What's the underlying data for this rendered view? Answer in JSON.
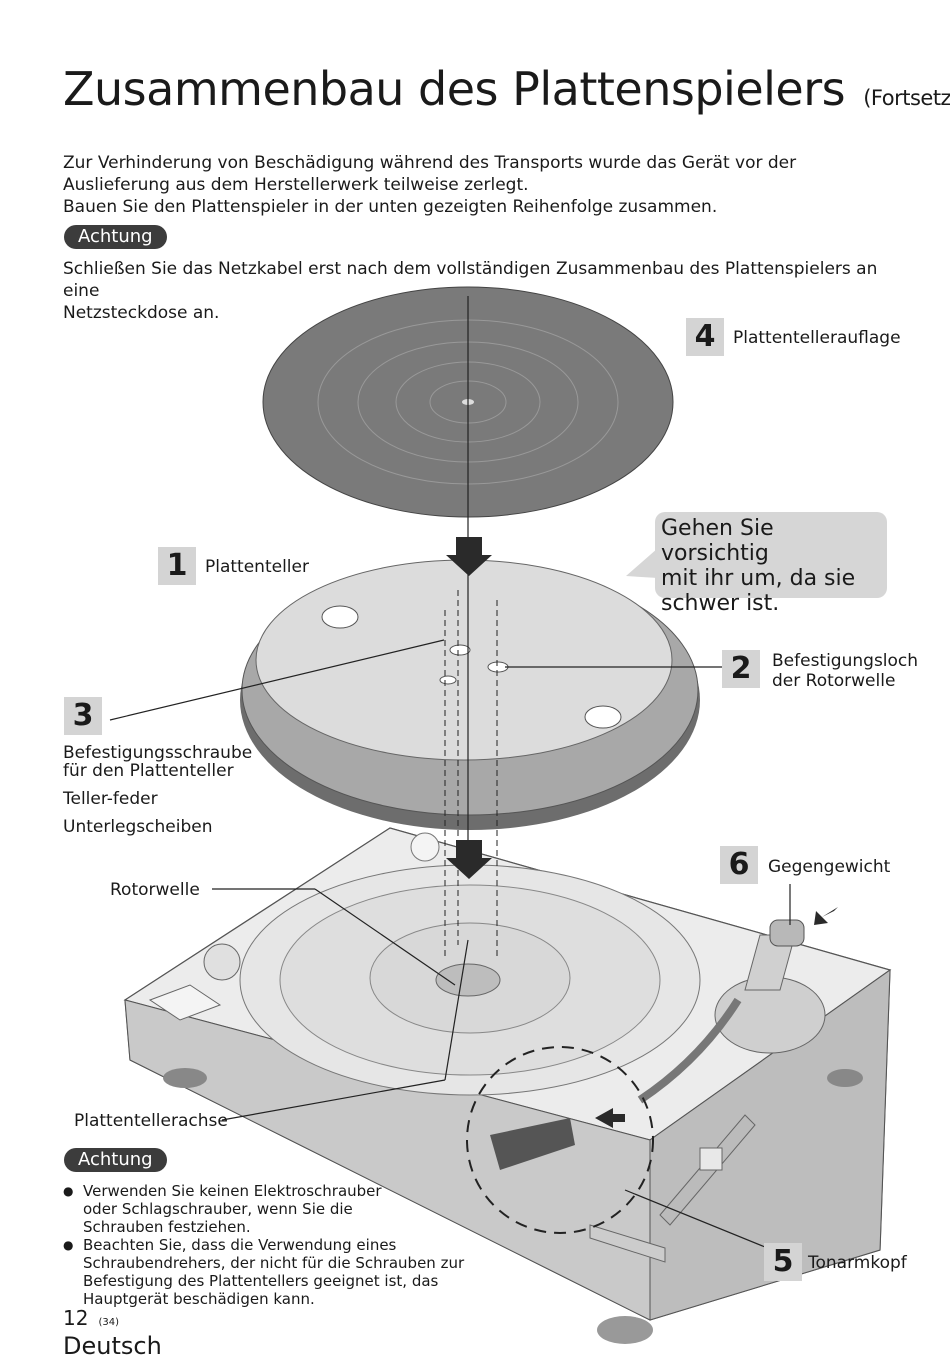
{
  "page": {
    "title": "Zusammenbau des Plattenspielers",
    "title_suffix": "(Fortsetzung)",
    "intro": [
      "Zur Verhinderung von Beschädigung während des Transports wurde das Gerät vor der",
      "Auslieferung aus dem Herstellerwerk teilweise zerlegt.",
      "Bauen Sie den Plattenspieler in der unten gezeigten Reihenfolge zusammen."
    ],
    "caution_badge": "Achtung",
    "caution_text": [
      "Schließen Sie das Netzkabel erst nach dem vollständigen Zusammenbau des Plattenspielers an eine",
      "Netzsteckdose an."
    ]
  },
  "callouts": {
    "c4": {
      "num": "4",
      "label": "Plattentellerauflage"
    },
    "c1": {
      "num": "1",
      "label": "Plattenteller"
    },
    "c2": {
      "num": "2",
      "label": [
        "Befestigungsloch",
        "der Rotorwelle"
      ]
    },
    "c3": {
      "num": "3",
      "label": [
        "Befestigungsschraube",
        "für den Plattenteller"
      ],
      "extra": [
        "Teller-feder",
        "Unterlegscheiben"
      ]
    },
    "c6": {
      "num": "6",
      "label": "Gegengewicht"
    },
    "c5": {
      "num": "5",
      "label": "Tonarmkopf"
    },
    "rotor": "Rotorwelle",
    "axle": "Plattentellerachse"
  },
  "bubble": [
    "Gehen Sie vorsichtig",
    "mit ihr um, da sie",
    "schwer ist."
  ],
  "notes": {
    "badge": "Achtung",
    "items": [
      [
        "Verwenden Sie keinen Elektroschrauber",
        "oder Schlagschrauber, wenn Sie die",
        "Schrauben festziehen."
      ],
      [
        "Beachten Sie, dass die Verwendung eines",
        "Schraubendrehers, der nicht für die Schrauben zur",
        "Befestigung des Plattentellers geeignet ist, das",
        "Hauptgerät beschädigen kann."
      ]
    ]
  },
  "footer": {
    "page": "12",
    "page_sub": "(34)",
    "language": "Deutsch"
  }
}
